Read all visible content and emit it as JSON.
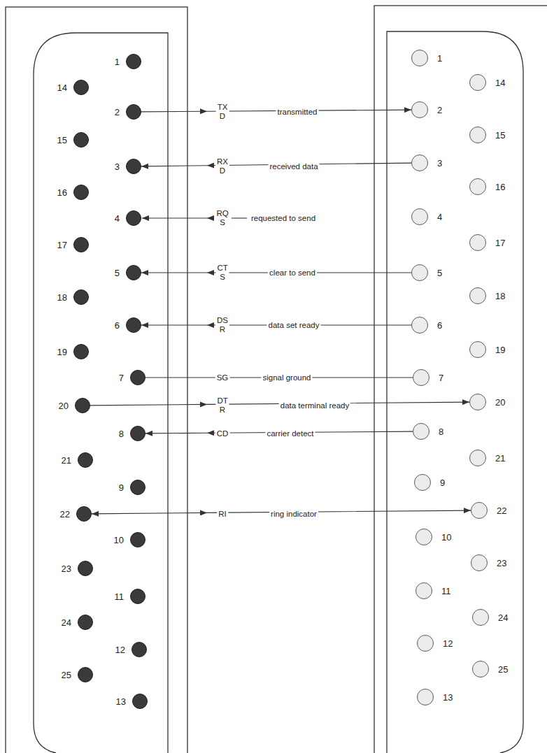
{
  "diagram": {
    "nodes": [
      {
        "text": [
          "1"
        ]
      },
      {
        "text": [
          "14"
        ]
      },
      {
        "text": [
          "2"
        ]
      },
      {
        "text": [
          "15"
        ]
      },
      {
        "text": [
          "3"
        ]
      },
      {
        "text": [
          "16"
        ]
      },
      {
        "text": [
          "4"
        ]
      },
      {
        "text": [
          "17"
        ]
      },
      {
        "text": [
          "5"
        ]
      },
      {
        "text": [
          "18"
        ]
      },
      {
        "text": [
          "6"
        ]
      },
      {
        "text": [
          "19"
        ]
      },
      {
        "text": [
          "7"
        ]
      },
      {
        "text": [
          "20"
        ]
      },
      {
        "text": [
          "8"
        ]
      },
      {
        "text": [
          "21"
        ]
      },
      {
        "text": [
          "9"
        ]
      },
      {
        "text": [
          "22"
        ]
      },
      {
        "text": [
          "10"
        ]
      },
      {
        "text": [
          "23"
        ]
      },
      {
        "text": [
          "11"
        ]
      },
      {
        "text": [
          "24"
        ]
      },
      {
        "text": [
          "12"
        ]
      },
      {
        "text": [
          "25"
        ]
      },
      {
        "text": [
          "13"
        ]
      },
      {
        "text": [
          "1"
        ]
      },
      {
        "text": [
          "14"
        ]
      },
      {
        "text": [
          "2"
        ]
      },
      {
        "text": [
          "15"
        ]
      },
      {
        "text": [
          "3"
        ]
      },
      {
        "text": [
          "16"
        ]
      },
      {
        "text": [
          "4"
        ]
      },
      {
        "text": [
          "17"
        ]
      },
      {
        "text": [
          "5"
        ]
      },
      {
        "text": [
          "18"
        ]
      },
      {
        "text": [
          "6"
        ]
      },
      {
        "text": [
          "19"
        ]
      },
      {
        "text": [
          "7"
        ]
      },
      {
        "text": [
          "20"
        ]
      },
      {
        "text": [
          "8"
        ]
      },
      {
        "text": [
          "21"
        ]
      },
      {
        "text": [
          "9"
        ]
      },
      {
        "text": [
          "22"
        ]
      },
      {
        "text": [
          "10"
        ]
      },
      {
        "text": [
          "23"
        ]
      },
      {
        "text": [
          "11"
        ]
      },
      {
        "text": [
          "24"
        ]
      },
      {
        "text": [
          "12"
        ]
      },
      {
        "text": [
          "25"
        ]
      },
      {
        "text": [
          "13"
        ]
      }
    ],
    "edges": [
      {
        "from": 2,
        "to": 27,
        "arrow": "to",
        "label": "transmitted"
      },
      {
        "from": 29,
        "to": 4,
        "arrow": "to",
        "label": "received data"
      },
      {
        "from": 33,
        "to": 8,
        "arrow": "to",
        "label": "clear to send"
      },
      {
        "from": 35,
        "to": 10,
        "arrow": "to",
        "label": "data set ready"
      },
      {
        "from": 12,
        "to": 37,
        "arrow": "none",
        "label": "signal ground"
      },
      {
        "from": 13,
        "to": 38,
        "arrow": "to",
        "label": "data terminal ready"
      },
      {
        "from": 39,
        "to": 14,
        "arrow": "to",
        "label": "carrier detect"
      },
      {
        "from": 17,
        "to": 42,
        "arrow": "both",
        "label": "ring indicator"
      }
    ],
    "labels": [
      "TX D",
      "RX D",
      "RQ S",
      "requested to send",
      "CT S",
      "DS R",
      "SG",
      "DT R",
      "CD",
      "RI"
    ]
  }
}
